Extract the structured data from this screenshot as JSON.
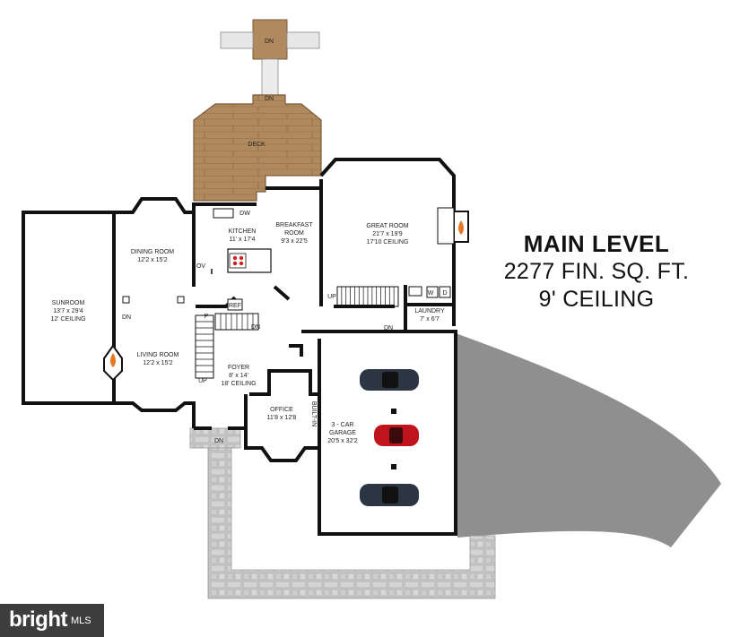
{
  "title": {
    "heading": "MAIN LEVEL",
    "area": "2277 FIN. SQ. FT.",
    "ceiling": "9' CEILING"
  },
  "logo": {
    "word": "bright",
    "suffix": "MLS"
  },
  "rooms": {
    "deck": {
      "name": "DECK"
    },
    "sunroom": {
      "name": "SUNROOM",
      "size": "13'7 x 29'4",
      "ceiling": "12' CEILING"
    },
    "dining": {
      "name": "DINING ROOM",
      "size": "12'2 x 15'2"
    },
    "kitchen": {
      "name": "KITCHEN",
      "size": "11' x 17'4"
    },
    "breakfast": {
      "name1": "BREAKFAST",
      "name2": "ROOM",
      "size": "9'3 x 22'5"
    },
    "great": {
      "name": "GREAT ROOM",
      "size": "21'7 x 19'9",
      "ceiling": "17'10 CEILING"
    },
    "living": {
      "name": "LIVING ROOM",
      "size": "12'2 x 15'2"
    },
    "foyer": {
      "name": "FOYER",
      "size": "8' x 14'",
      "ceiling": "18' CEILING"
    },
    "office": {
      "name": "OFFICE",
      "size": "11'8 x 12'8"
    },
    "laundry": {
      "name": "LAUNDRY",
      "size": "7' x 6'7"
    },
    "garage": {
      "name1": "3 - CAR",
      "name2": "GARAGE",
      "size": "20'5 x 32'2"
    }
  },
  "marks": {
    "dn": "DN",
    "up": "UP",
    "dw": "DW",
    "ov": "OV",
    "ref": "REF",
    "pantry": "P",
    "builtin": "BUILT-IN",
    "washer": "W",
    "dryer": "D"
  },
  "colors": {
    "deck_wood": "#b08a5e",
    "paving": "#8f8f8f",
    "car_dark": "#2c3542",
    "car_red": "#c0141d",
    "fireplace_flame": "#e87722"
  }
}
